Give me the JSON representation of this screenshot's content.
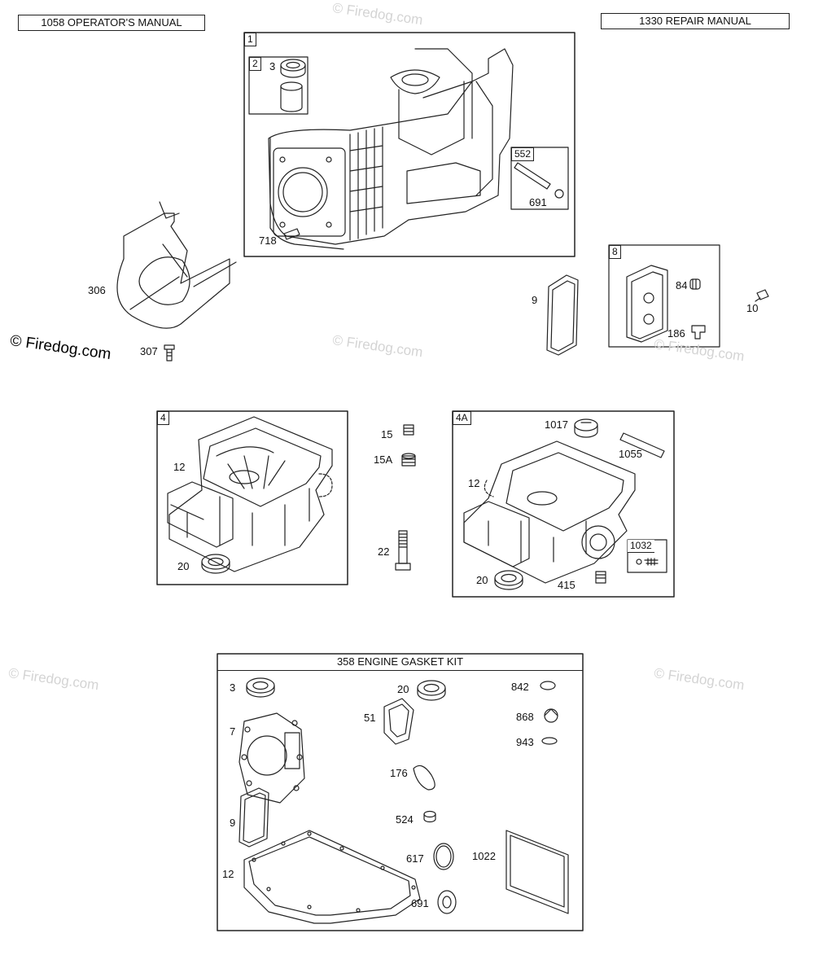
{
  "headers": {
    "operators_manual": "1058 OPERATOR'S MANUAL",
    "repair_manual": "1330 REPAIR MANUAL"
  },
  "groups": {
    "g1": "1",
    "g2": "2",
    "g552": "552",
    "g8": "8",
    "g4": "4",
    "g4a": "4A",
    "g1032": "1032"
  },
  "callouts": {
    "c3": "3",
    "c691": "691",
    "c718": "718",
    "c306": "306",
    "c307": "307",
    "c9": "9",
    "c84": "84",
    "c186": "186",
    "c10": "10",
    "c12_left": "12",
    "c20_left": "20",
    "c15": "15",
    "c15a": "15A",
    "c22": "22",
    "c1017": "1017",
    "c1055": "1055",
    "c12_right": "12",
    "c20_right": "20",
    "c415": "415"
  },
  "gasket_kit": {
    "title": "358 ENGINE GASKET KIT",
    "labels": {
      "k3": "3",
      "k20": "20",
      "k842": "842",
      "k7": "7",
      "k51": "51",
      "k868": "868",
      "k943": "943",
      "k176": "176",
      "k9": "9",
      "k524": "524",
      "k617": "617",
      "k1022": "1022",
      "k12": "12",
      "k691": "691"
    }
  },
  "watermarks": {
    "main": "© Firedog.com",
    "faint": "© Firedog.com"
  }
}
